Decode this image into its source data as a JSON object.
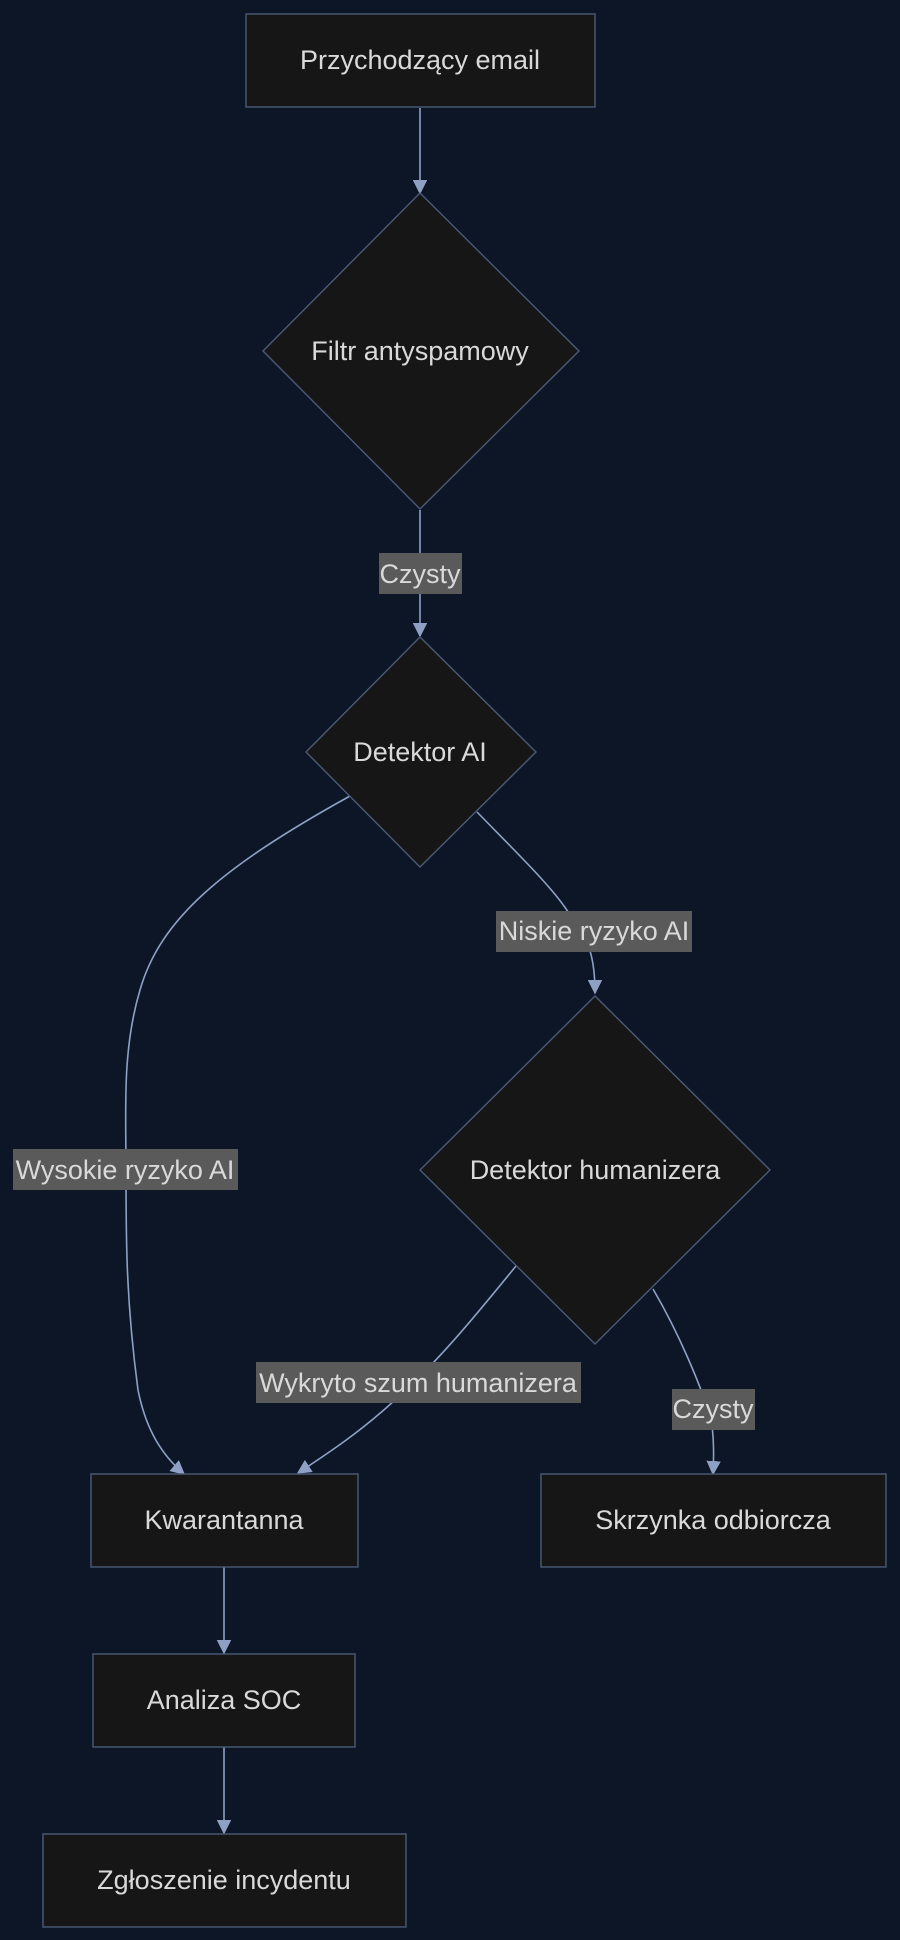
{
  "colors": {
    "background": "#0d1627",
    "node_fill": "#161616",
    "node_stroke": "#4a5a78",
    "text": "#d9d9d9",
    "edge": "#8ea1c4",
    "label_bg": "#5a5a5a"
  },
  "nodes": {
    "incoming_email": "Przychodzący email",
    "spam_filter": "Filtr antyspamowy",
    "ai_detector": "Detektor AI",
    "humanizer_detector": "Detektor humanizera",
    "quarantine": "Kwarantanna",
    "inbox": "Skrzynka odbiorcza",
    "soc_analysis": "Analiza SOC",
    "incident_report": "Zgłoszenie incydentu"
  },
  "edges": {
    "spam_to_ai": "Czysty",
    "ai_to_humanizer": "Niskie ryzyko AI",
    "ai_to_quarantine": "Wysokie ryzyko AI",
    "humanizer_to_quarantine": "Wykryto szum humanizera",
    "humanizer_to_inbox": "Czysty"
  }
}
